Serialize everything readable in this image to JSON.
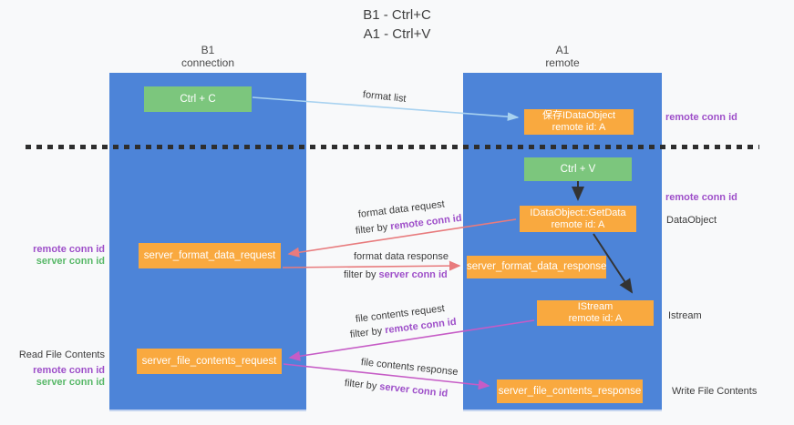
{
  "title": {
    "line1": "B1 - Ctrl+C",
    "line2": "A1 - Ctrl+V"
  },
  "lanes": {
    "left": {
      "name": "B1",
      "role": "connection"
    },
    "right": {
      "name": "A1",
      "role": "remote"
    }
  },
  "nodes": {
    "ctrl_c": {
      "label": "Ctrl + C"
    },
    "save_idataobject": {
      "line1": "保存IDataObject",
      "line2": "remote id: A"
    },
    "ctrl_v": {
      "label": "Ctrl + V"
    },
    "getdata": {
      "line1": "IDataObject::GetData",
      "line2": "remote id: A"
    },
    "server_format_data_request": {
      "label": "server_format_data_request"
    },
    "server_format_data_response": {
      "label": "server_format_data_response"
    },
    "istream": {
      "line1": "IStream",
      "line2": "remote id: A"
    },
    "server_file_contents_request": {
      "label": "server_file_contents_request"
    },
    "server_file_contents_response": {
      "label": "server_file_contents_response"
    }
  },
  "edge_labels": {
    "format_list": "format list",
    "format_data_request": "format data request",
    "format_data_response": "format data response",
    "file_contents_request": "file contents request",
    "file_contents_response": "file contents response",
    "filter_by": "filter by",
    "remote_conn_id": "remote conn id",
    "server_conn_id": "server conn id"
  },
  "side_labels": {
    "remote_conn_id": "remote conn id",
    "server_conn_id": "server conn id",
    "data_object": "DataObject",
    "istream": "Istream",
    "read_file_contents": "Read File Contents",
    "write_file_contents": "Write File Contents"
  },
  "colors": {
    "lane_blue": "#4d84d8",
    "node_orange": "#f9a93f",
    "node_green": "#7cc67d",
    "arrow_light_blue": "#a8d2f0",
    "arrow_salmon": "#e87b7d",
    "arrow_magenta": "#c65cc6",
    "arrow_black": "#333333",
    "text_purple": "#9e4fc9",
    "text_green": "#58b868"
  }
}
